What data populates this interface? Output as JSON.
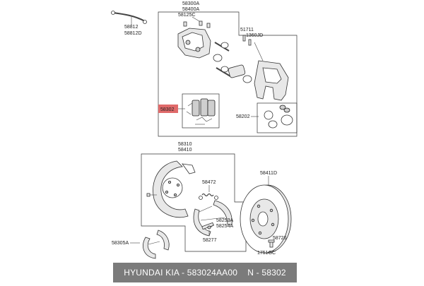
{
  "diagram": {
    "labels": {
      "hose": [
        "58812",
        "58812D"
      ],
      "caliper_assy": [
        "58300A",
        "58400A"
      ],
      "bleeder": "58125C",
      "bolt": [
        "51711",
        "1360JD"
      ],
      "pad_kit": "58302",
      "seal_kit": "58202",
      "parking_assy": [
        "58310",
        "58410"
      ],
      "spring": "58472",
      "adjuster": [
        "58253A",
        "58254A"
      ],
      "pin": "58277",
      "shoe": "58305A",
      "disc": "58411D",
      "disc_bolt": [
        "58726",
        "1751GC"
      ]
    },
    "highlight_color": "#e06a6a"
  },
  "footer": {
    "brand": "HYUNDAI",
    "make": "KIA",
    "part_number": "583024AA00",
    "ref": "N - 58302"
  }
}
